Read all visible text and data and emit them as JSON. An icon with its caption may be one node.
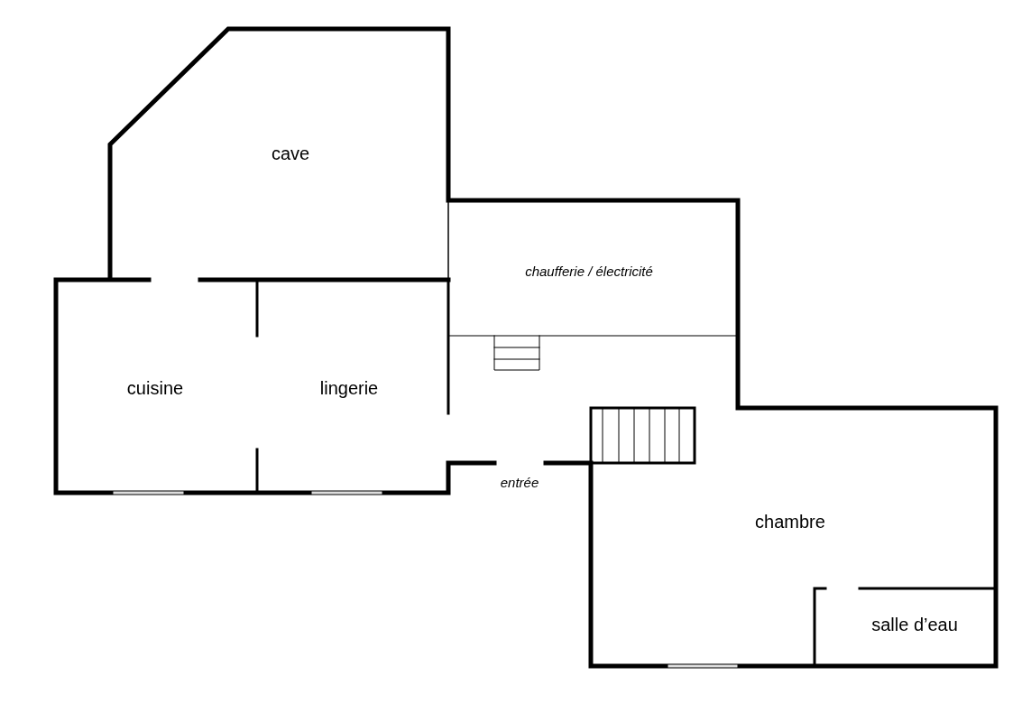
{
  "diagram": {
    "labels": [
      "cave",
      "chaufferie / électricité",
      "cuisine",
      "lingerie",
      "entrée",
      "chambre",
      "salle d’eau"
    ]
  }
}
